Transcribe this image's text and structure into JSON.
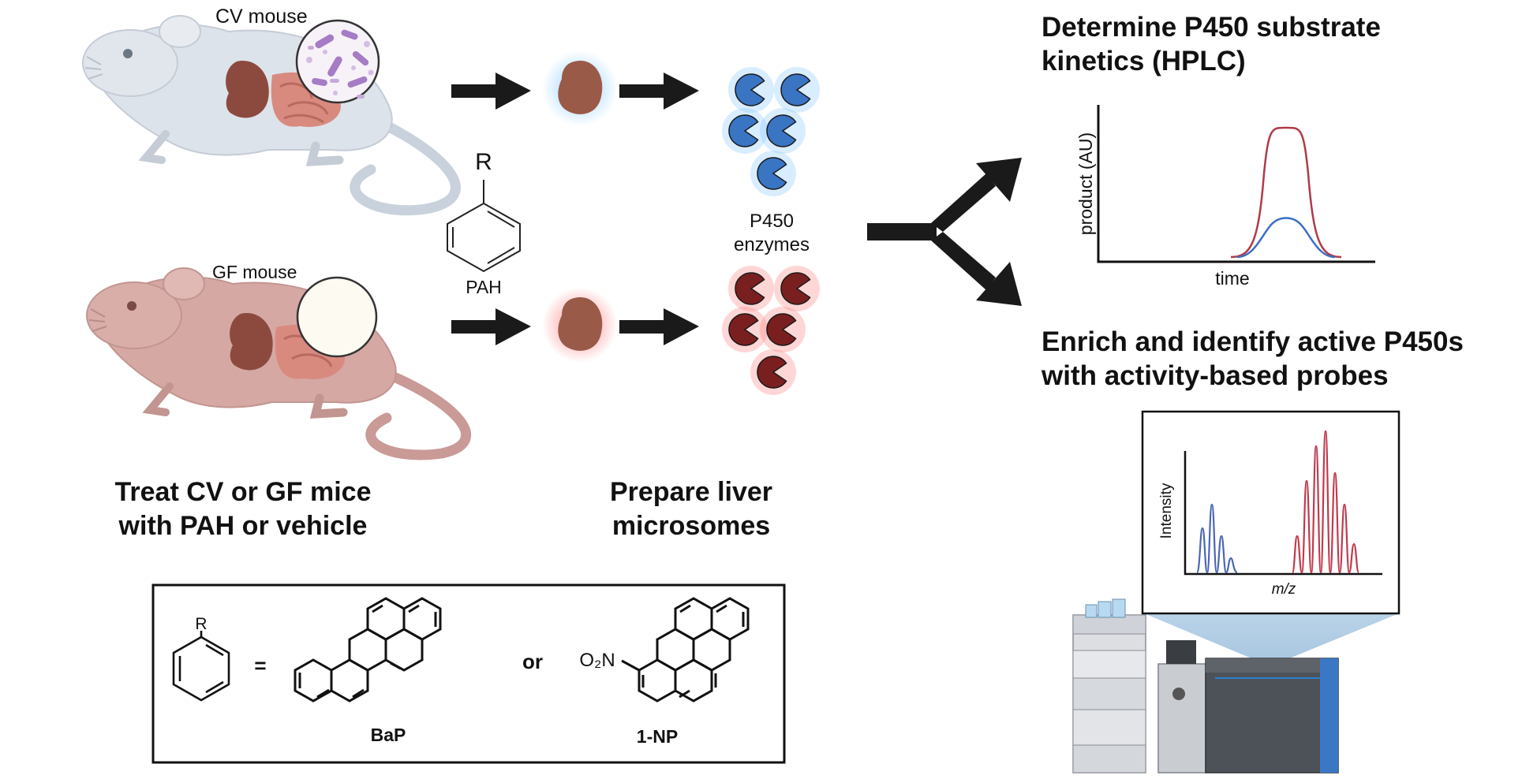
{
  "mice": {
    "cv_label": "CV mouse",
    "gf_label": "GF mouse"
  },
  "pah": {
    "r_label": "R",
    "label": "PAH"
  },
  "enzymes": {
    "label_line1": "P450",
    "label_line2": "enzymes"
  },
  "steps": {
    "treat_line1": "Treat CV or GF mice",
    "treat_line2": "with PAH or vehicle",
    "prepare_line1": "Prepare liver",
    "prepare_line2": "microsomes"
  },
  "outcomes": {
    "kinetics_line1": "Determine P450 substrate",
    "kinetics_line2": "kinetics (HPLC)",
    "enrich_line1": "Enrich and identify active P450s",
    "enrich_line2": "with activity-based probes"
  },
  "hplc_plot": {
    "ylabel": "product (AU)",
    "xlabel": "time"
  },
  "ms_plot": {
    "ylabel": "Intensity",
    "xlabel": "m/z"
  },
  "legend_box": {
    "r_label": "R",
    "equals": "=",
    "or": "or",
    "substituent": "O₂N",
    "bap_label": "BaP",
    "np_label": "1-NP"
  },
  "colors": {
    "cv_enzyme": "#3a75c4",
    "gf_enzyme": "#7a1f1f",
    "liver": "#9a5a48",
    "arrow": "#1a1a1a",
    "hplc_red": "#b03a48",
    "hplc_blue": "#3a6fc4",
    "ms_blue": "#4a66b5",
    "ms_red": "#c03a4c"
  }
}
